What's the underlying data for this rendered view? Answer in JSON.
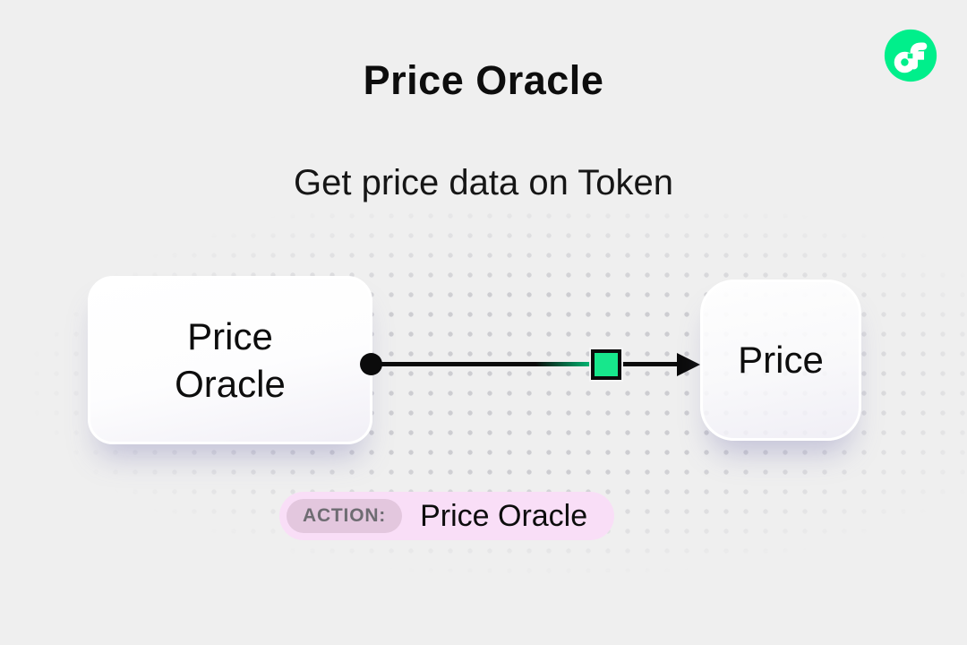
{
  "header": {
    "title": "Price Oracle",
    "subtitle": "Get price data on Token",
    "logo_icon": "flow-logo-icon"
  },
  "canvas": {
    "background": "dot-grid",
    "nodes": [
      {
        "id": "source",
        "label_lines": [
          "Price",
          "Oracle"
        ]
      },
      {
        "id": "target",
        "label": "Price"
      }
    ],
    "connector": {
      "from": "source",
      "to": "target",
      "style": "solid-black-arrow",
      "marker": "green-square"
    }
  },
  "action_badge": {
    "label": "ACTION:",
    "value": "Price Oracle"
  },
  "colors": {
    "background": "#EFEFEF",
    "dot": "#CDCDD1",
    "flow_green": "#00EF8B",
    "marker_green": "#17E78C",
    "connector_black": "#0B0B0B",
    "badge_pink": "#F9DEF7",
    "badge_label_pink": "#E3C7DE",
    "badge_label_text": "#6E6C72",
    "text": "#0D0D0D"
  }
}
